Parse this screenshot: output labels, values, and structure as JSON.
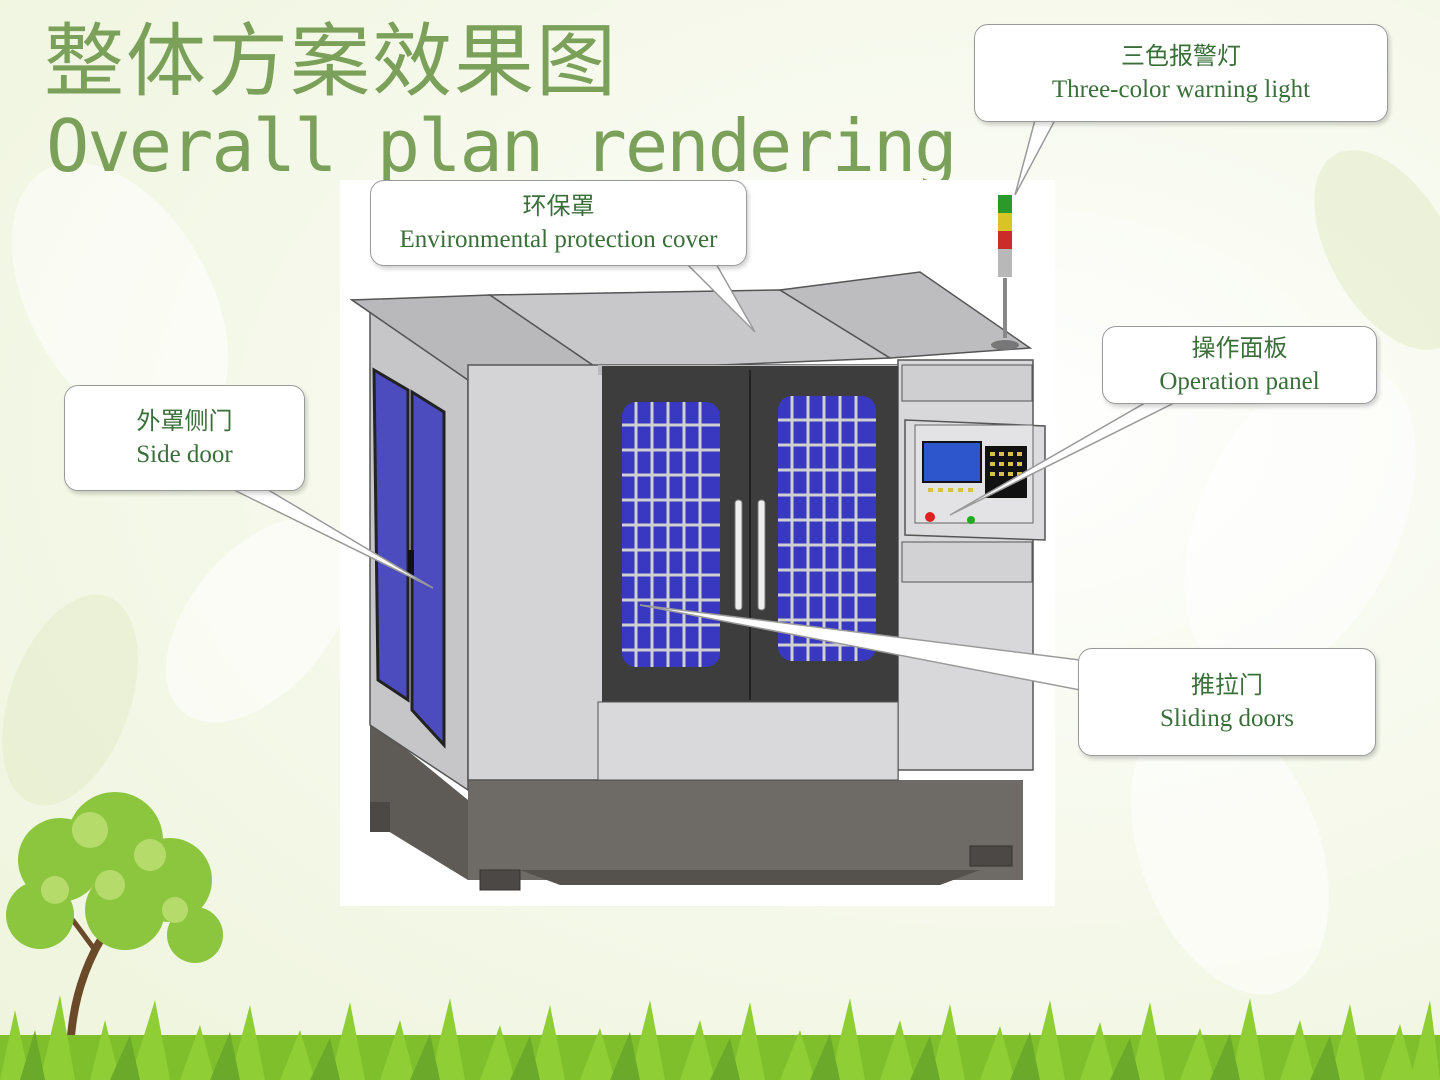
{
  "title": {
    "cn": "整体方案效果图",
    "en": "Overall plan rendering"
  },
  "callouts": {
    "warning_light": {
      "cn": "三色报警灯",
      "en": "Three-color warning light"
    },
    "cover": {
      "cn": "环保罩",
      "en": "Environmental protection cover"
    },
    "operation_panel": {
      "cn": "操作面板",
      "en": "Operation panel"
    },
    "side_door": {
      "cn": "外罩侧门",
      "en": "Side door"
    },
    "sliding_doors": {
      "cn": "推拉门",
      "en": "Sliding doors"
    }
  },
  "colors": {
    "title_green": "#7aa05a",
    "callout_text": "#3a6f3a",
    "machine_gray": "#d4d4d6",
    "window_blue": "#3f3fb4",
    "base_dark": "#6e6b66"
  },
  "icons": {
    "warning_light": "three-color-stack-light-icon",
    "tree": "tree-illustration",
    "grass": "grass-strip"
  }
}
